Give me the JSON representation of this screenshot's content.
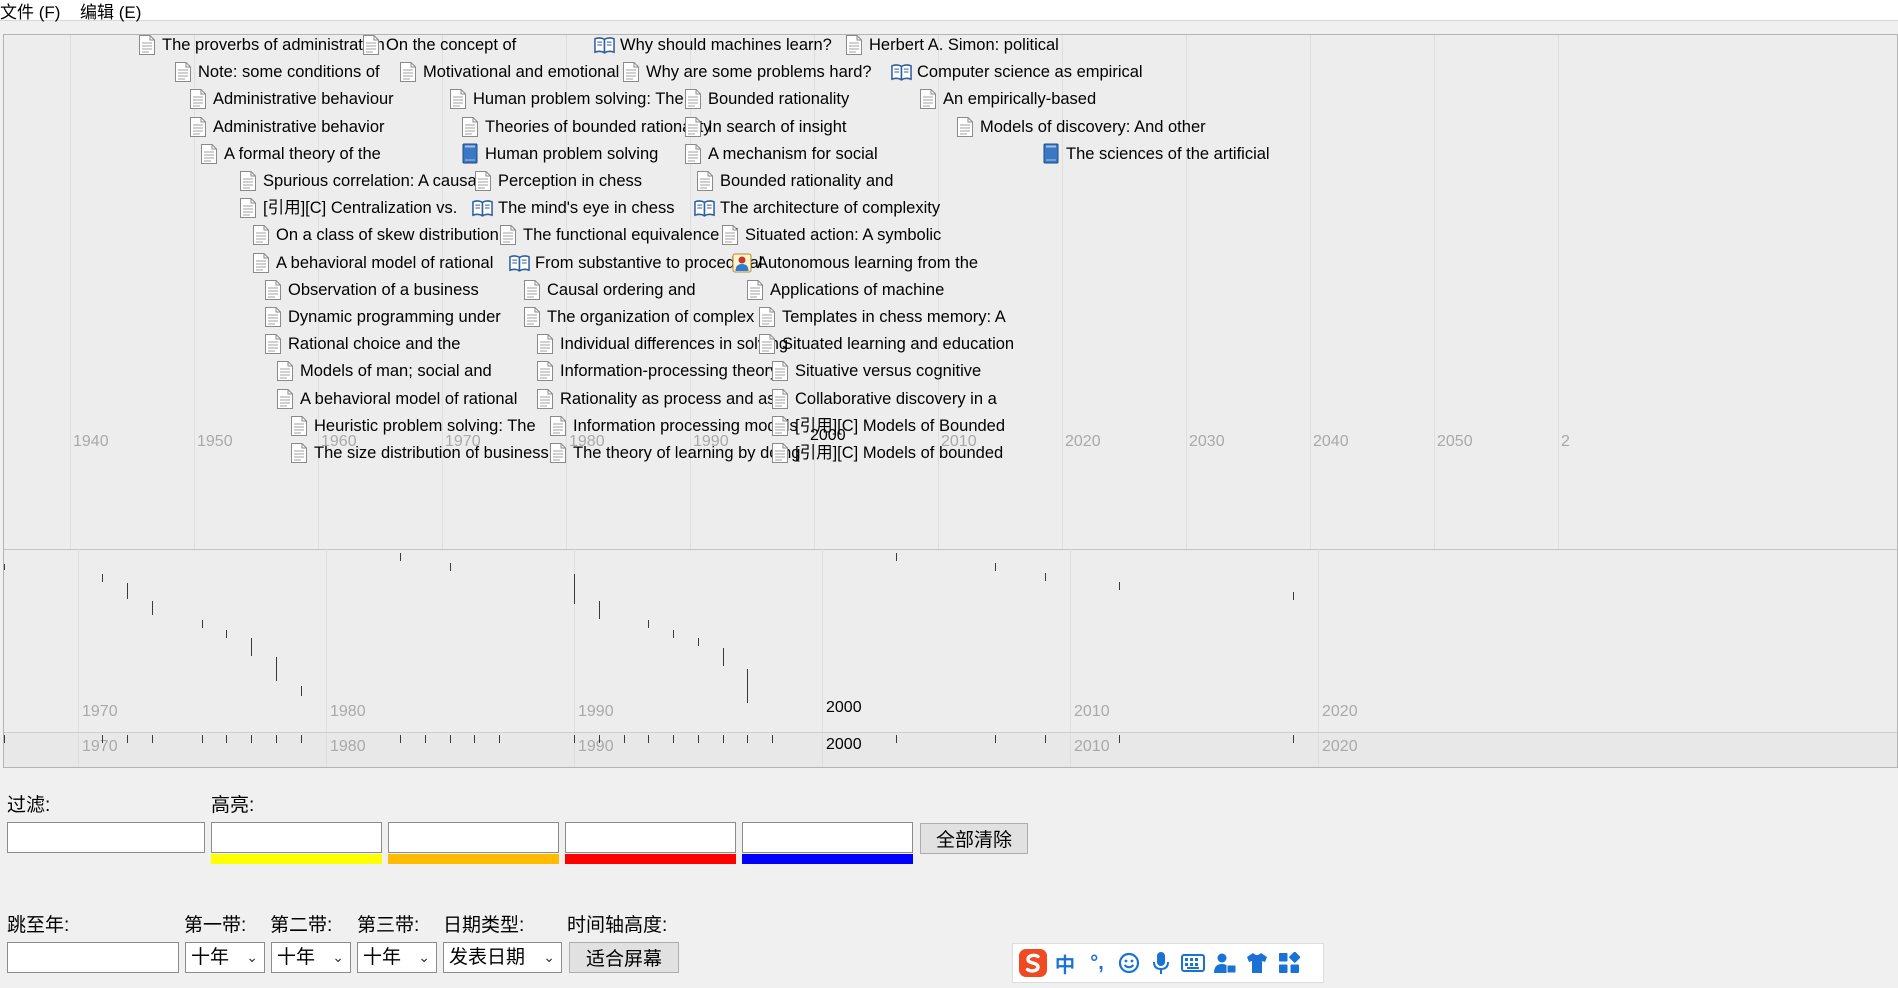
{
  "menu": [
    {
      "id": "file",
      "label": "文件 (F)"
    },
    {
      "id": "edit",
      "label": "编辑 (E)"
    }
  ],
  "timeline": {
    "band1": {
      "ticks": [
        {
          "year": "1940",
          "bold": false
        },
        {
          "year": "1950",
          "bold": false
        },
        {
          "year": "1960",
          "bold": false
        },
        {
          "year": "1970",
          "bold": false
        },
        {
          "year": "1980",
          "bold": false
        },
        {
          "year": "1990",
          "bold": false
        },
        {
          "year": "2000",
          "bold": true
        },
        {
          "year": "2010",
          "bold": false
        },
        {
          "year": "2020",
          "bold": false
        },
        {
          "year": "2030",
          "bold": false
        },
        {
          "year": "2040",
          "bold": false
        },
        {
          "year": "2050",
          "bold": false
        },
        {
          "year": "2",
          "bold": false
        }
      ],
      "events": [
        {
          "title": "The proverbs of administration",
          "type": "doc"
        },
        {
          "title": "On the concept of",
          "type": "doc"
        },
        {
          "title": "Why should machines learn?",
          "type": "book"
        },
        {
          "title": "Herbert A. Simon: political",
          "type": "doc"
        },
        {
          "title": "Note: some conditions of",
          "type": "doc"
        },
        {
          "title": "Motivational and emotional",
          "type": "doc"
        },
        {
          "title": "Why are some problems hard?",
          "type": "doc"
        },
        {
          "title": "Computer science as empirical",
          "type": "book"
        },
        {
          "title": "Administrative behaviour",
          "type": "doc"
        },
        {
          "title": "Human problem solving: The",
          "type": "doc"
        },
        {
          "title": "Bounded rationality",
          "type": "doc"
        },
        {
          "title": "An empirically-based",
          "type": "doc"
        },
        {
          "title": "Administrative behavior",
          "type": "doc"
        },
        {
          "title": "Theories of bounded rationality",
          "type": "doc"
        },
        {
          "title": "In search of insight",
          "type": "doc"
        },
        {
          "title": "Models of discovery: And other",
          "type": "doc"
        },
        {
          "title": "A formal theory of the",
          "type": "doc"
        },
        {
          "title": "Human problem solving",
          "type": "bluebook"
        },
        {
          "title": "A mechanism for social",
          "type": "doc"
        },
        {
          "title": "The sciences of the artificial",
          "type": "bluebook"
        },
        {
          "title": "Spurious correlation: A causal",
          "type": "doc"
        },
        {
          "title": "Perception in chess",
          "type": "doc"
        },
        {
          "title": "Bounded rationality and",
          "type": "doc"
        },
        {
          "title": "[引用][C] Centralization vs.",
          "type": "doc"
        },
        {
          "title": "The mind's eye in chess",
          "type": "book"
        },
        {
          "title": "The architecture of complexity",
          "type": "book"
        },
        {
          "title": "On a class of skew distribution",
          "type": "doc"
        },
        {
          "title": "The functional equivalence of",
          "type": "doc"
        },
        {
          "title": "Situated action: A symbolic",
          "type": "doc"
        },
        {
          "title": "A behavioral model of rational",
          "type": "doc"
        },
        {
          "title": "From substantive to procedural",
          "type": "book"
        },
        {
          "title": "Autonomous learning from the",
          "type": "person"
        },
        {
          "title": "Observation of a business",
          "type": "doc"
        },
        {
          "title": "Causal ordering and",
          "type": "doc"
        },
        {
          "title": "Applications of machine",
          "type": "doc"
        },
        {
          "title": "Dynamic programming under",
          "type": "doc"
        },
        {
          "title": "The organization of complex",
          "type": "doc"
        },
        {
          "title": "Templates in chess memory: A",
          "type": "doc"
        },
        {
          "title": "Rational choice and the",
          "type": "doc"
        },
        {
          "title": "Individual differences in solving",
          "type": "doc"
        },
        {
          "title": "Situated learning and education",
          "type": "doc"
        },
        {
          "title": "Models of man; social and",
          "type": "doc"
        },
        {
          "title": "Information-processing theory",
          "type": "doc"
        },
        {
          "title": "Situative versus cognitive",
          "type": "doc"
        },
        {
          "title": "A behavioral model of rational",
          "type": "doc"
        },
        {
          "title": "Rationality as process and as",
          "type": "doc"
        },
        {
          "title": "Collaborative discovery in a",
          "type": "doc"
        },
        {
          "title": "Heuristic problem solving: The",
          "type": "doc"
        },
        {
          "title": "Information processing models",
          "type": "doc"
        },
        {
          "title": "[引用][C] Models of Bounded",
          "type": "doc"
        },
        {
          "title": "The size distribution of business",
          "type": "doc"
        },
        {
          "title": "The theory of learning by doing",
          "type": "doc"
        },
        {
          "title": "[引用][C] Models of bounded",
          "type": "doc"
        }
      ]
    },
    "band2": {
      "ticks": [
        {
          "year": "1970",
          "bold": false
        },
        {
          "year": "1980",
          "bold": false
        },
        {
          "year": "1990",
          "bold": false
        },
        {
          "year": "2000",
          "bold": true
        },
        {
          "year": "2010",
          "bold": false
        },
        {
          "year": "2020",
          "bold": false
        }
      ]
    },
    "band3": {
      "ticks": [
        {
          "year": "1970",
          "bold": false
        },
        {
          "year": "1980",
          "bold": false
        },
        {
          "year": "1990",
          "bold": false
        },
        {
          "year": "2000",
          "bold": true
        },
        {
          "year": "2010",
          "bold": false
        },
        {
          "year": "2020",
          "bold": false
        }
      ]
    }
  },
  "controls": {
    "filter_label": "过滤:",
    "highlight_label": "高亮:",
    "filter_value": "",
    "highlights": [
      {
        "value": "",
        "color": "#ffff00"
      },
      {
        "value": "",
        "color": "#ffbb00"
      },
      {
        "value": "",
        "color": "#ff0000"
      },
      {
        "value": "",
        "color": "#0000ff"
      }
    ],
    "clear_all_label": "全部清除",
    "jump_year_label": "跳至年:",
    "jump_year_value": "",
    "band1_label": "第一带:",
    "band2_label": "第二带:",
    "band3_label": "第三带:",
    "date_type_label": "日期类型:",
    "height_label": "时间轴高度:",
    "band1_value": "十年",
    "band2_value": "十年",
    "band3_value": "十年",
    "date_type_value": "发表日期",
    "fit_screen_label": "适合屏幕"
  },
  "ime": {
    "chinese_mode": "中",
    "punctuation": "°,"
  }
}
